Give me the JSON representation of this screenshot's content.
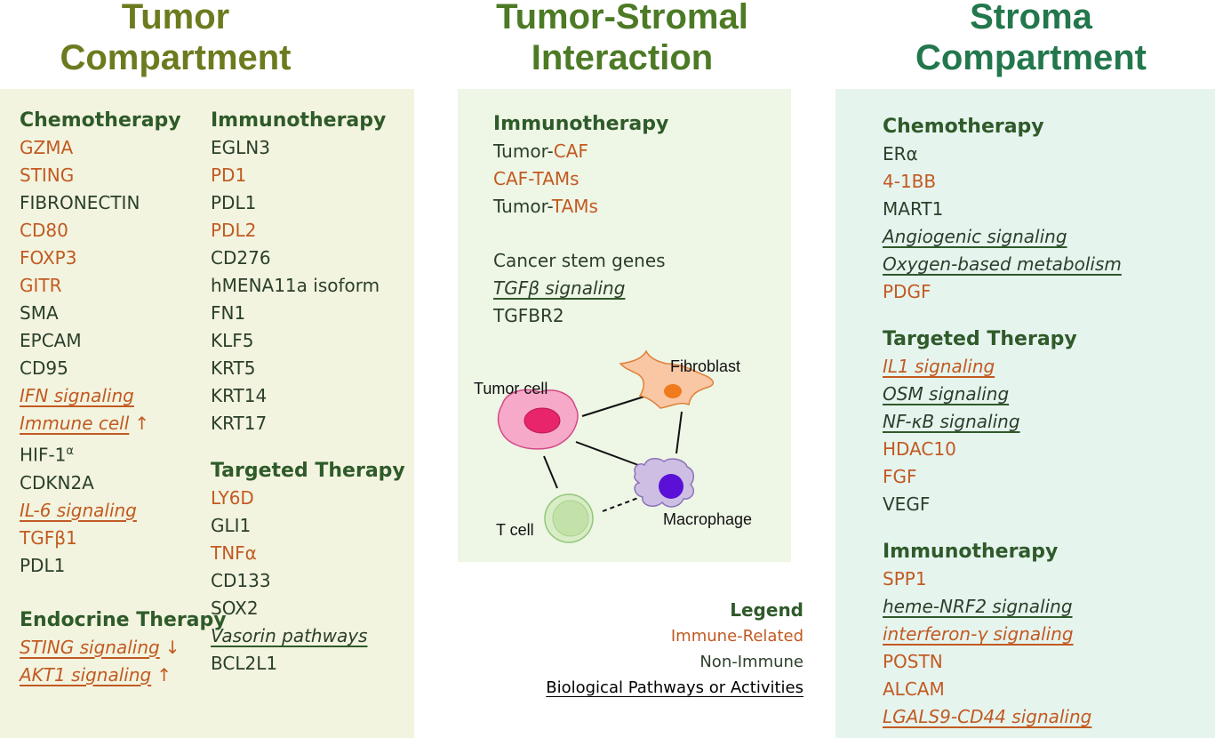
{
  "headings": {
    "tumor": [
      "Tumor",
      "Compartment"
    ],
    "interaction": [
      "Tumor-Stromal",
      "Interaction"
    ],
    "stroma": [
      "Stroma",
      "Compartment"
    ]
  },
  "colors": {
    "tumor_heading": "#6d7b1f",
    "interaction_heading": "#4d7a25",
    "stroma_heading": "#23774c",
    "tumor_panel": "#f2f4df",
    "interaction_panel": "#eef6e6",
    "stroma_panel": "#e6f4ee",
    "immune": "#c25a22",
    "non_immune": "#2b3f2b",
    "section": "#2f5a2a"
  },
  "tumor": {
    "chemotherapy": {
      "title": "Chemotherapy",
      "items": [
        {
          "text": "GZMA",
          "kind": "immune"
        },
        {
          "text": "STING",
          "kind": "immune"
        },
        {
          "text": "FIBRONECTIN",
          "kind": "nonimmune"
        },
        {
          "text": "CD80",
          "kind": "immune"
        },
        {
          "text": "FOXP3",
          "kind": "immune"
        },
        {
          "text": "GITR",
          "kind": "immune"
        },
        {
          "text": "SMA",
          "kind": "nonimmune"
        },
        {
          "text": "EPCAM",
          "kind": "nonimmune"
        },
        {
          "text": "CD95",
          "kind": "nonimmune"
        },
        {
          "text": "IFN signaling",
          "kind": "immune",
          "pathway": true
        },
        {
          "text": "Immune cell",
          "kind": "immune",
          "pathway": true,
          "arrow": "↑"
        },
        {
          "text": "HIF-1",
          "kind": "nonimmune",
          "sup": "α"
        },
        {
          "text": "CDKN2A",
          "kind": "nonimmune"
        },
        {
          "text": "IL-6 signaling",
          "kind": "immune",
          "pathway": true
        },
        {
          "text": "TGFβ1",
          "kind": "immune"
        },
        {
          "text": "PDL1",
          "kind": "nonimmune"
        }
      ]
    },
    "endocrine": {
      "title": "Endocrine Therapy",
      "items": [
        {
          "text": "STING signaling",
          "kind": "immune",
          "pathway": true,
          "arrow": "↓"
        },
        {
          "text": "AKT1 signaling",
          "kind": "immune",
          "pathway": true,
          "arrow": "↑"
        }
      ]
    },
    "immunotherapy": {
      "title": "Immunotherapy",
      "items": [
        {
          "text": "EGLN3",
          "kind": "nonimmune"
        },
        {
          "text": "PD1",
          "kind": "immune"
        },
        {
          "text": "PDL1",
          "kind": "nonimmune"
        },
        {
          "text": "PDL2",
          "kind": "immune"
        },
        {
          "text": "CD276",
          "kind": "nonimmune"
        },
        {
          "text": "hMENA11a isoform",
          "kind": "nonimmune"
        },
        {
          "text": "FN1",
          "kind": "nonimmune"
        },
        {
          "text": "KLF5",
          "kind": "nonimmune"
        },
        {
          "text": "KRT5",
          "kind": "nonimmune"
        },
        {
          "text": "KRT14",
          "kind": "nonimmune"
        },
        {
          "text": "KRT17",
          "kind": "nonimmune"
        }
      ]
    },
    "targeted": {
      "title": "Targeted Therapy",
      "items": [
        {
          "text": "LY6D",
          "kind": "immune"
        },
        {
          "text": "GLI1",
          "kind": "nonimmune"
        },
        {
          "text": "TNFα",
          "kind": "immune"
        },
        {
          "text": "CD133",
          "kind": "nonimmune"
        },
        {
          "text": "SOX2",
          "kind": "nonimmune"
        },
        {
          "text": "Vasorin pathways",
          "kind": "nonimmune",
          "pathway": true
        },
        {
          "text": "BCL2L1",
          "kind": "nonimmune"
        }
      ]
    }
  },
  "interaction": {
    "immunotherapy": {
      "title": "Immunotherapy",
      "items": [
        {
          "parts": [
            {
              "text": "Tumor-",
              "kind": "nonimmune"
            },
            {
              "text": "CAF",
              "kind": "immune"
            }
          ]
        },
        {
          "parts": [
            {
              "text": "CAF-TAMs",
              "kind": "immune"
            }
          ]
        },
        {
          "parts": [
            {
              "text": "Tumor-",
              "kind": "nonimmune"
            },
            {
              "text": "TAMs",
              "kind": "immune"
            }
          ]
        }
      ]
    },
    "other": {
      "items": [
        {
          "text": "Cancer stem genes",
          "kind": "nonimmune"
        },
        {
          "text": "TGFβ signaling",
          "kind": "nonimmune",
          "pathway": true
        },
        {
          "text": "TGFBR2",
          "kind": "nonimmune"
        }
      ]
    },
    "diagram": {
      "labels": {
        "tumor_cell": "Tumor cell",
        "fibroblast": "Fibroblast",
        "t_cell": "T cell",
        "macrophage": "Macrophage"
      }
    }
  },
  "stroma": {
    "chemotherapy": {
      "title": "Chemotherapy",
      "items": [
        {
          "text": "ERα",
          "kind": "nonimmune"
        },
        {
          "text": "4-1BB",
          "kind": "immune"
        },
        {
          "text": "MART1",
          "kind": "nonimmune"
        },
        {
          "text": "Angiogenic signaling",
          "kind": "nonimmune",
          "pathway": true
        },
        {
          "text": "Oxygen-based metabolism",
          "kind": "nonimmune",
          "pathway": true
        },
        {
          "text": "PDGF",
          "kind": "immune"
        }
      ]
    },
    "targeted": {
      "title": "Targeted Therapy",
      "items": [
        {
          "text": "IL1 signaling",
          "kind": "immune",
          "pathway": true
        },
        {
          "text": "OSM signaling",
          "kind": "nonimmune",
          "pathway": true
        },
        {
          "text": "NF-κB signaling",
          "kind": "nonimmune",
          "pathway": true
        },
        {
          "text": "HDAC10",
          "kind": "immune"
        },
        {
          "text": "FGF",
          "kind": "immune"
        },
        {
          "text": "VEGF",
          "kind": "nonimmune"
        }
      ]
    },
    "immunotherapy": {
      "title": "Immunotherapy",
      "items": [
        {
          "text": "SPP1",
          "kind": "immune"
        },
        {
          "text": "heme-NRF2 signaling",
          "kind": "nonimmune",
          "pathway": true
        },
        {
          "text": "interferon-γ signaling",
          "kind": "immune",
          "pathway": true
        },
        {
          "text": "POSTN",
          "kind": "immune"
        },
        {
          "text": "ALCAM",
          "kind": "immune"
        },
        {
          "text": "LGALS9-CD44 signaling",
          "kind": "immune",
          "pathway": true
        }
      ]
    }
  },
  "legend": {
    "title": "Legend",
    "immune": "Immune-Related",
    "non_immune": "Non-Immune",
    "pathways": "Biological Pathways or Activities"
  }
}
